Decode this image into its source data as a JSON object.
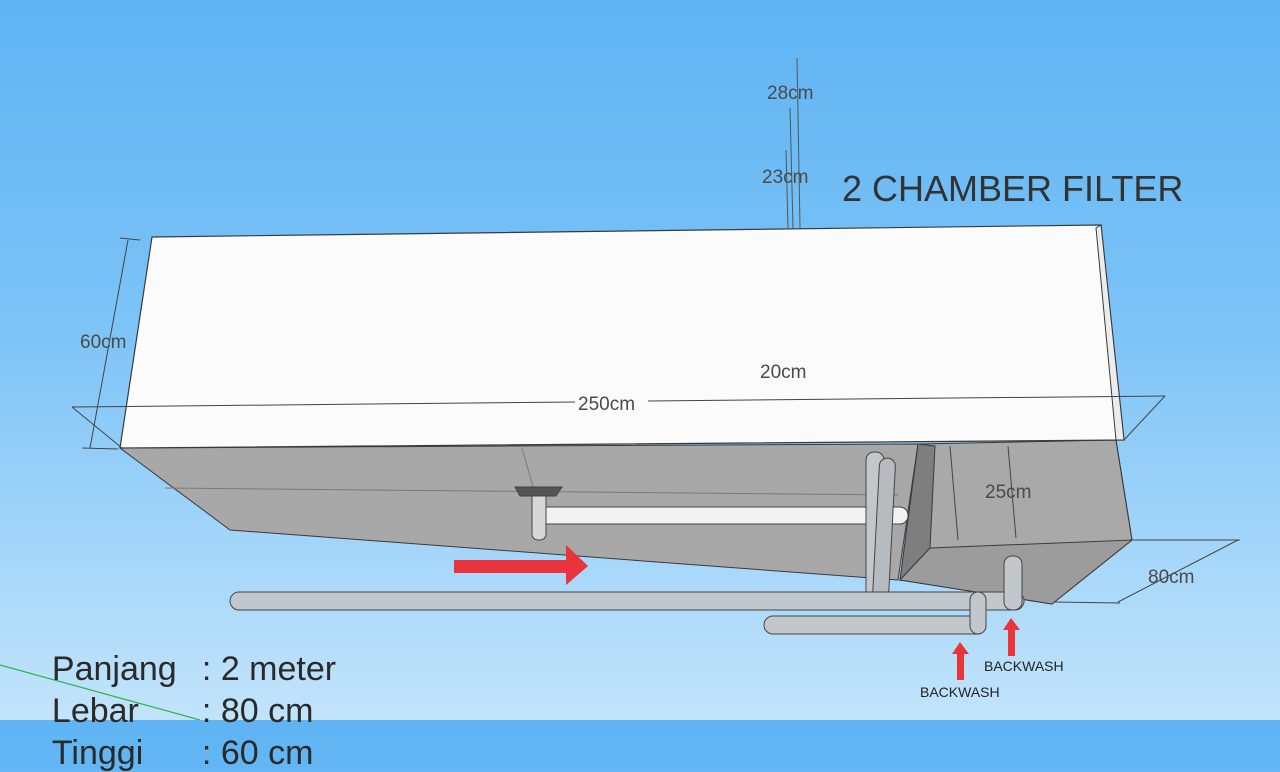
{
  "title": "2 CHAMBER FILTER",
  "dimensions": {
    "top_28": "28cm",
    "top_23": "23cm",
    "height_60": "60cm",
    "inner_20": "20cm",
    "length_250": "250cm",
    "chamber_25": "25cm",
    "width_80": "80cm"
  },
  "labels": {
    "backwash_1": "BACKWASH",
    "backwash_2": "BACKWASH"
  },
  "specs": [
    {
      "label": "Panjang",
      "sep": ": ",
      "value": "2 meter"
    },
    {
      "label": "Lebar",
      "sep": ": ",
      "value": "80 cm"
    },
    {
      "label": "Tinggi",
      "sep": ": ",
      "value": "60 cm"
    }
  ],
  "colors": {
    "flow_arrow": "#e8343a",
    "box_top": "#fbfbfb",
    "box_side": "#a6a6a6",
    "pipe": "#c2c7cc"
  }
}
